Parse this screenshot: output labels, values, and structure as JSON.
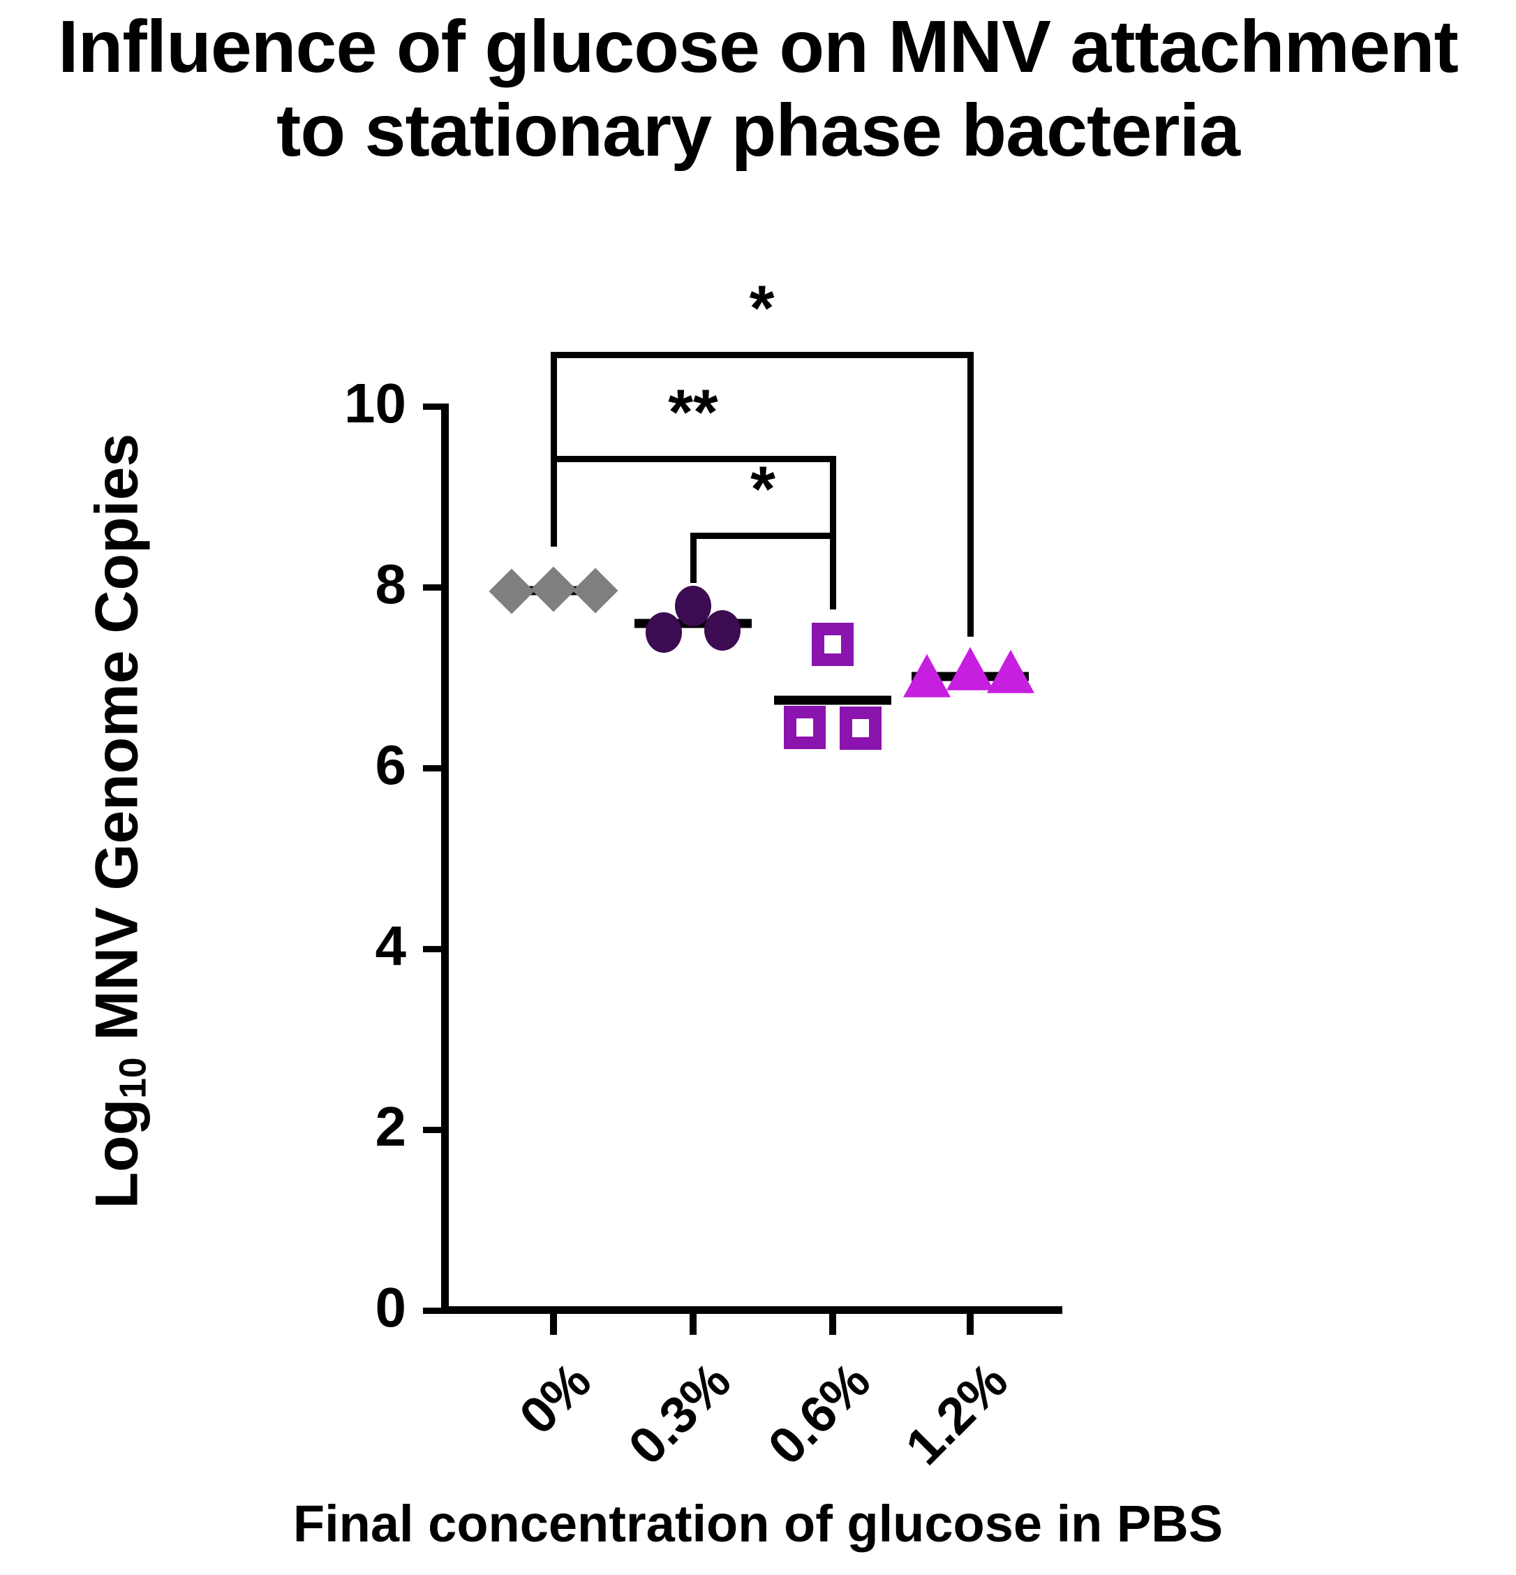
{
  "chart_data": {
    "type": "scatter",
    "title": "Influence of glucose on MNV attachment\nto stationary phase bacteria",
    "xlabel": "Final concentration of glucose in PBS",
    "ylabel_html": "Log<sub>10</sub> MNV Genome Copies",
    "ylabel": "Log10 MNV Genome Copies",
    "ylim": [
      0,
      10
    ],
    "ytick_labels": [
      "10",
      "8",
      "6",
      "4",
      "2",
      "0"
    ],
    "ytick_values": [
      10,
      8,
      6,
      4,
      2,
      0
    ],
    "categories": [
      "0%",
      "0.3%",
      "0.6%",
      "1.2%"
    ],
    "grid": false,
    "legend": "none",
    "series": [
      {
        "name": "0%",
        "category": "0%",
        "marker": "diamond",
        "fill": "#7F7F7F",
        "stroke": "#7F7F7F",
        "values": [
          7.95,
          7.98,
          7.96
        ],
        "mean": 7.96
      },
      {
        "name": "0.3%",
        "category": "0.3%",
        "marker": "circle",
        "fill": "#3D0B52",
        "stroke": "#3D0B52",
        "values": [
          7.79,
          7.5,
          7.52
        ],
        "mean": 7.6
      },
      {
        "name": "0.6%",
        "category": "0.6%",
        "marker": "square-open",
        "fill": "none",
        "stroke": "#8B13AE",
        "values": [
          7.37,
          6.45,
          6.44
        ],
        "mean": 6.75
      },
      {
        "name": "1.2%",
        "category": "1.2%",
        "marker": "triangle",
        "fill": "#C71FE0",
        "stroke": "#C71FE0",
        "values": [
          6.97,
          7.05,
          7.02
        ],
        "mean": 7.01
      }
    ],
    "annotations": [
      {
        "label": "*",
        "from": "0%",
        "to": "1.2%",
        "level": 10.6
      },
      {
        "label": "**",
        "from": "0%",
        "to": "0.6%",
        "level": 9.45
      },
      {
        "label": "*",
        "from": "0.3%",
        "to": "0.6%",
        "level": 8.6
      }
    ]
  },
  "colors": {
    "gray": "#7F7F7F",
    "dark_purple": "#3D0B52",
    "purple": "#8B13AE",
    "magenta": "#C71FE0",
    "axis": "#000000",
    "background": "#FFFFFF"
  }
}
